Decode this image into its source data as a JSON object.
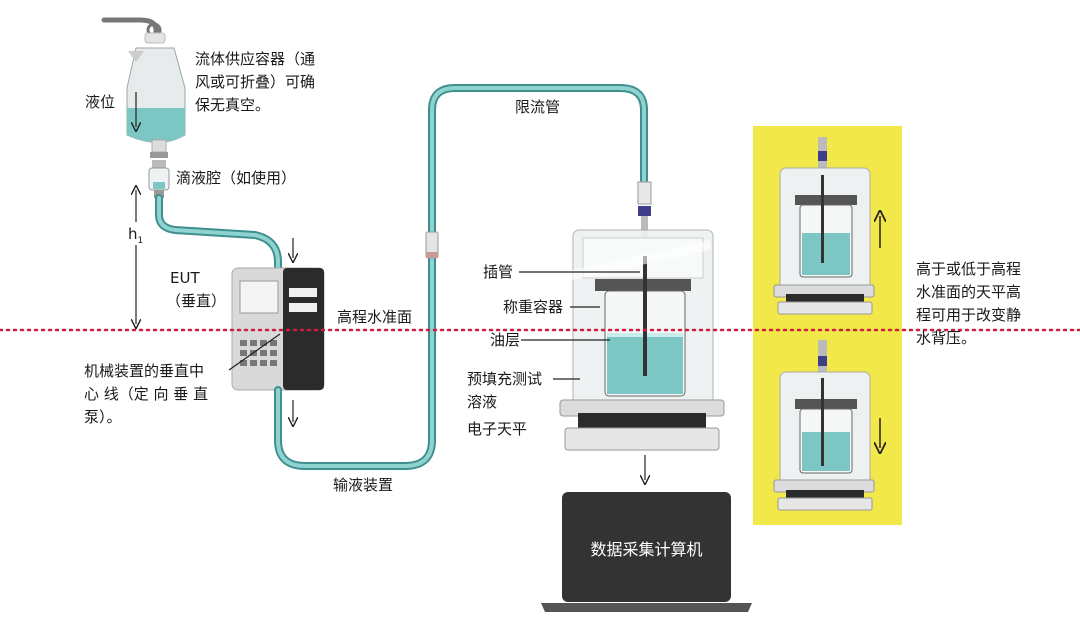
{
  "labels": {
    "container": [
      "流体供应容器（通",
      "风或可折叠）可确",
      "保无真空。"
    ],
    "liquid_level": "液位",
    "drip_chamber": "滴液腔（如使用）",
    "h1": "h",
    "h1_sub": "1",
    "eut": "EUT",
    "eut_vertical": "（垂直）",
    "pump_center": [
      "机械装置的垂直中",
      "心 线（定 向 垂 直",
      "泵）。"
    ],
    "flow_restrictor": "限流管",
    "reference_plane": "高程水准面",
    "infusion_set": "输液装置",
    "insert_tube": "插管",
    "weighing_container": "称重容器",
    "oil_layer": "油层",
    "prefilled_solution": [
      "预填充测试",
      "溶液"
    ],
    "balance": "电子天平",
    "daq": "数据采集计算机",
    "side_note": [
      "高于或低于高程",
      "水准面的天平高",
      "程可用于改变静",
      "水背压。"
    ]
  },
  "colors": {
    "liquid": "#7cc6c4",
    "tube": "#3f8f90",
    "highlight": "#f3e84a",
    "reference_line": "#cc1f3d",
    "device_dark": "#2b2b2b",
    "laptop": "#333333"
  }
}
